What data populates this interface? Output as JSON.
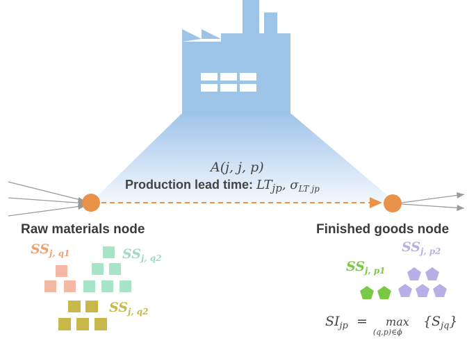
{
  "process": {
    "function_label": "A(j, j, p)",
    "lead_time_prefix": "Production lead time:",
    "lead_time_symbol": "LT",
    "lead_time_sub": "jp",
    "sigma_symbol": "σ",
    "sigma_sub": "LT jp"
  },
  "raw_node": {
    "label": "Raw materials node",
    "stocks": [
      {
        "symbol": "SS",
        "sub": "j, q1",
        "color": "#f4a58a"
      },
      {
        "symbol": "SS",
        "sub": "j, q2",
        "color": "#a8e4c8"
      },
      {
        "symbol": "SS",
        "sub": "j, q2",
        "color": "#c8b84a"
      }
    ]
  },
  "finished_node": {
    "label": "Finished goods node",
    "stocks": [
      {
        "symbol": "SS",
        "sub": "j, p2",
        "color": "#b9aee6"
      },
      {
        "symbol": "SS",
        "sub": "j, p1",
        "color": "#7ac943"
      }
    ],
    "formula": {
      "lhs": "SI",
      "lhs_sub": "jp",
      "eq": "=",
      "op": "max",
      "op_sub": "(q,p)∈ϕ",
      "rhs": "{S",
      "rhs_sub": "jq",
      "rhs_close": "}"
    }
  },
  "colors": {
    "factory": "#9dc3e6",
    "node": "#e8924a",
    "arrow": "#e8924a",
    "cone_top": "#9fc4ea",
    "cone_bottom": "#eef4fb"
  }
}
